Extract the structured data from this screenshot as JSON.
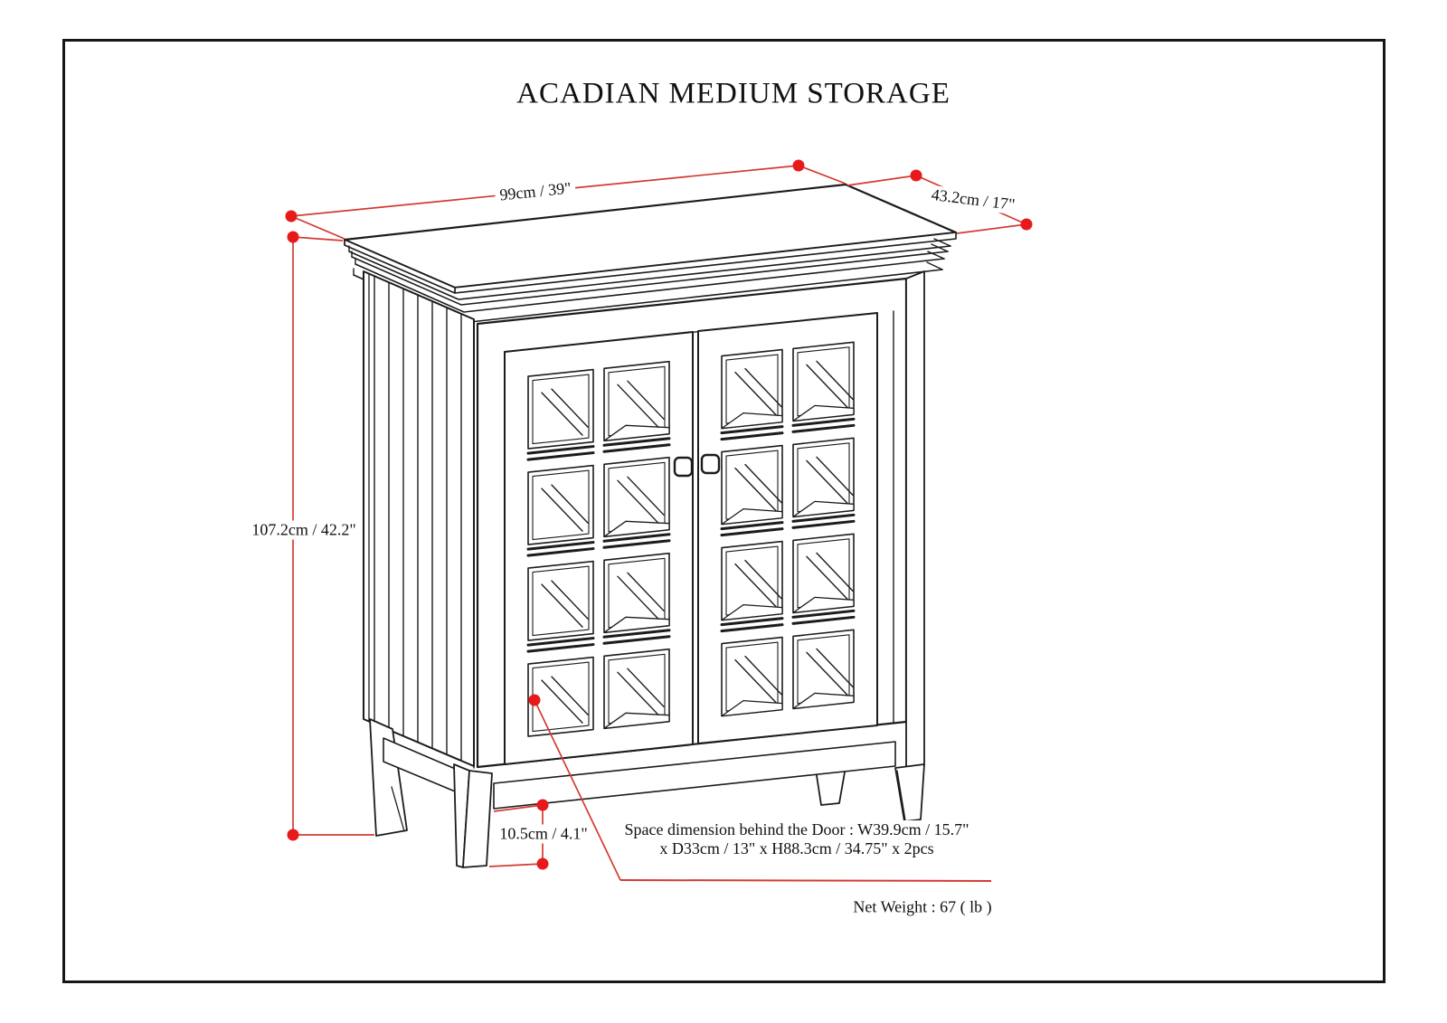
{
  "page": {
    "title": "ACADIAN MEDIUM STORAGE"
  },
  "annotations": {
    "width": "99cm / 39\"",
    "depth": "43.2cm / 17\"",
    "height": "107.2cm / 42.2\"",
    "leg_height": "10.5cm / 4.1\"",
    "interior_line1": "Space dimension behind the Door : W39.9cm / 15.7\"",
    "interior_line2": "x D33cm / 13\" x H88.3cm / 34.75\" x 2pcs",
    "net_weight": "Net Weight : 67 ( lb )"
  },
  "colors": {
    "annotation_red": "#d23c32",
    "dot_red": "#e8191b",
    "line_black": "#1c1c1c",
    "background": "#ffffff"
  }
}
